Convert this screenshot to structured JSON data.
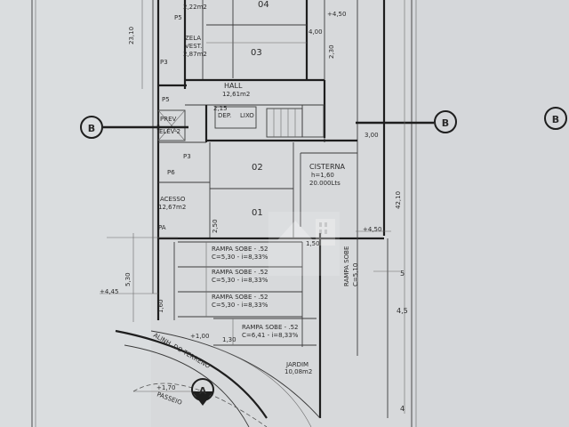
{
  "rooms": {
    "r04": "04",
    "r03": "03",
    "r02": "02",
    "r01": "01",
    "hall": "HALL",
    "hall_area": "12,61m2",
    "dep": "DEP.",
    "lixo": "LIXO",
    "zela": "ZELA",
    "vest": "VEST.",
    "vest_area": "2,87m2",
    "prev": "PREV",
    "elev": "ELEV-2",
    "acesso": "ACESSO",
    "acesso_area": "12,67m2",
    "cisterna": "CISTERNA",
    "cisterna_line1": "h=1,60",
    "cisterna_line2": "20.000Lts",
    "jardim": "JARDIM",
    "jardim_area": "10,08m2",
    "alinhamento": "ALINH. DO TERRENO",
    "passeio": "PASSEIO",
    "area_top": "2,22m2"
  },
  "ramps": [
    {
      "title": "RAMPA SOBE - .52",
      "detail": "C=5,30 - i=8,33%"
    },
    {
      "title": "RAMPA SOBE - .52",
      "detail": "C=5,30 - i=8,33%"
    },
    {
      "title": "RAMPA SOBE - .52",
      "detail": "C=5,30 - i=8,33%"
    },
    {
      "title": "RAMPA SOBE - .52",
      "detail": "C=6,41 - i=8,33%"
    }
  ],
  "ramp_side": {
    "title": "RAMPA SOBE",
    "detail": "C=5,10"
  },
  "sections": {
    "b": "B",
    "a": "A"
  },
  "levels": {
    "l1": "+4,50",
    "l2": "+4,45",
    "l3": "+1,00",
    "l4": "+4,50",
    "l5": "+1,70"
  },
  "dimensions": {
    "d1": "23,10",
    "d2": "42,10",
    "d3": "5,30",
    "d4": "3,00",
    "d5": "4,5",
    "d6": "5",
    "d7": "4",
    "d8": "4,00",
    "d9": "1,50",
    "d10": "2,50",
    "d11": "1,30",
    "d12": "2,15",
    "d13": "2,30",
    "d14": "1,60"
  },
  "markers": {
    "m1": "P5",
    "m2": "P3",
    "m3": "P3",
    "m4": "P6",
    "m5": "P5",
    "m6": "PA"
  },
  "colors": {
    "paper": "#d7d9db",
    "ink": "#1e1e1e",
    "watermark": "#ffffff"
  }
}
